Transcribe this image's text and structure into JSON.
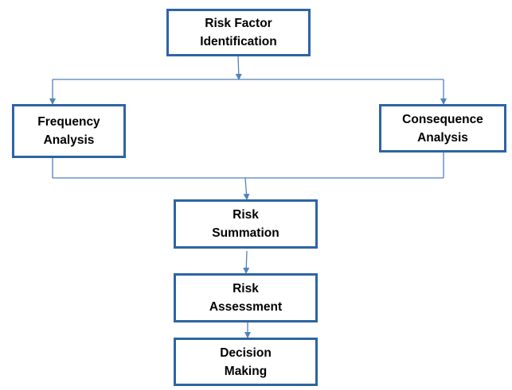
{
  "colors": {
    "box_border": "#2e64a4",
    "connector": "#4f81bd",
    "text": "#000000",
    "background": "#ffffff"
  },
  "nodes": {
    "risk_factor_identification": {
      "line1": "Risk Factor",
      "line2": "Identification"
    },
    "frequency_analysis": {
      "line1": "Frequency",
      "line2": "Analysis"
    },
    "consequence_analysis": {
      "line1": "Consequence",
      "line2": "Analysis"
    },
    "risk_summation": {
      "line1": "Risk",
      "line2": "Summation"
    },
    "risk_assessment": {
      "line1": "Risk",
      "line2": "Assessment"
    },
    "decision_making": {
      "line1": "Decision",
      "line2": "Making"
    }
  },
  "edges": [
    {
      "from": "risk_factor_identification",
      "to": "frequency_analysis"
    },
    {
      "from": "risk_factor_identification",
      "to": "consequence_analysis"
    },
    {
      "from": "frequency_analysis",
      "to": "risk_summation"
    },
    {
      "from": "consequence_analysis",
      "to": "risk_summation"
    },
    {
      "from": "risk_summation",
      "to": "risk_assessment"
    },
    {
      "from": "risk_assessment",
      "to": "decision_making"
    }
  ]
}
